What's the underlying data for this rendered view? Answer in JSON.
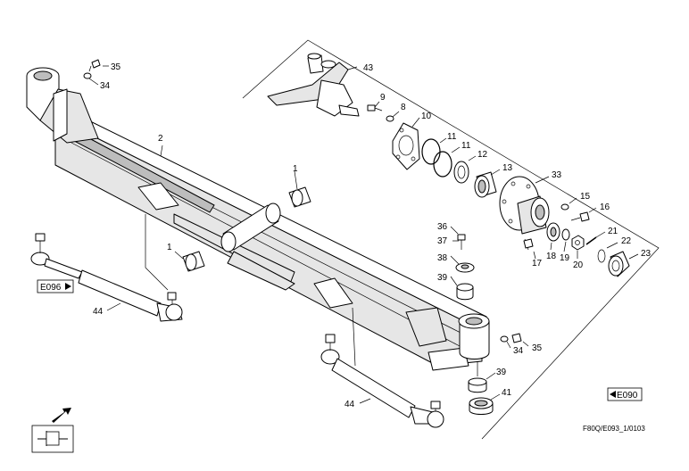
{
  "diagram": {
    "callouts": [
      {
        "id": "c1a",
        "text": "1"
      },
      {
        "id": "c1b",
        "text": "1"
      },
      {
        "id": "c2",
        "text": "2"
      },
      {
        "id": "c8",
        "text": "8"
      },
      {
        "id": "c9",
        "text": "9"
      },
      {
        "id": "c10",
        "text": "10"
      },
      {
        "id": "c11a",
        "text": "11"
      },
      {
        "id": "c11b",
        "text": "11"
      },
      {
        "id": "c12",
        "text": "12"
      },
      {
        "id": "c13",
        "text": "13"
      },
      {
        "id": "c15",
        "text": "15"
      },
      {
        "id": "c16",
        "text": "16"
      },
      {
        "id": "c17",
        "text": "17"
      },
      {
        "id": "c18",
        "text": "18"
      },
      {
        "id": "c19",
        "text": "19"
      },
      {
        "id": "c20",
        "text": "20"
      },
      {
        "id": "c21",
        "text": "21"
      },
      {
        "id": "c22",
        "text": "22"
      },
      {
        "id": "c23",
        "text": "23"
      },
      {
        "id": "c33",
        "text": "33"
      },
      {
        "id": "c34a",
        "text": "34"
      },
      {
        "id": "c34b",
        "text": "34"
      },
      {
        "id": "c35a",
        "text": "35"
      },
      {
        "id": "c35b",
        "text": "35"
      },
      {
        "id": "c36",
        "text": "36"
      },
      {
        "id": "c37",
        "text": "37"
      },
      {
        "id": "c38",
        "text": "38"
      },
      {
        "id": "c39a",
        "text": "39"
      },
      {
        "id": "c39b",
        "text": "39"
      },
      {
        "id": "c41",
        "text": "41"
      },
      {
        "id": "c43",
        "text": "43"
      },
      {
        "id": "c44a",
        "text": "44"
      },
      {
        "id": "c44b",
        "text": "44"
      }
    ],
    "ref_left": "E096",
    "ref_right": "E090",
    "drawing_code": "F80Q/E093_1/0103"
  }
}
